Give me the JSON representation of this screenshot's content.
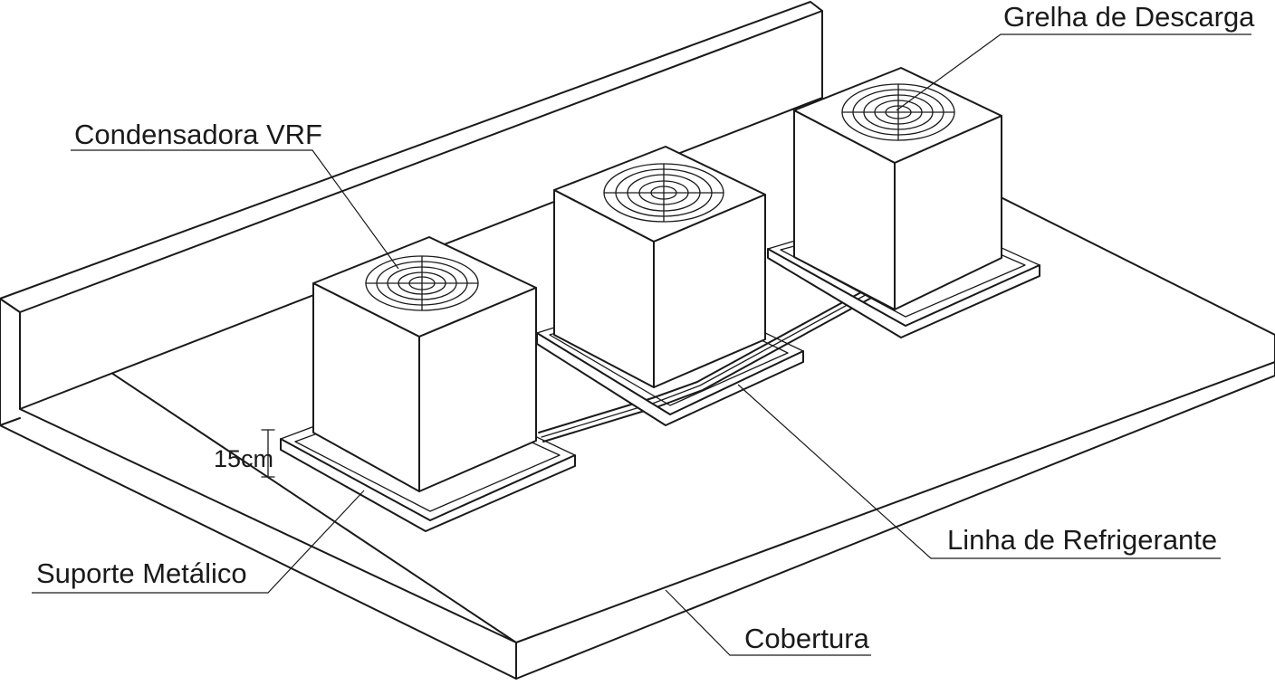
{
  "labels": {
    "grelha": "Grelha de Descarga",
    "condensadora": "Condensadora VRF",
    "dimensao": "15cm",
    "suporte": "Suporte Metálico",
    "linha": "Linha de Refrigerante",
    "cobertura": "Cobertura"
  },
  "condenser_units": [
    {
      "component": "Condensadora VRF"
    },
    {
      "component": "Condensadora VRF"
    },
    {
      "component": "Condensadora VRF"
    }
  ]
}
